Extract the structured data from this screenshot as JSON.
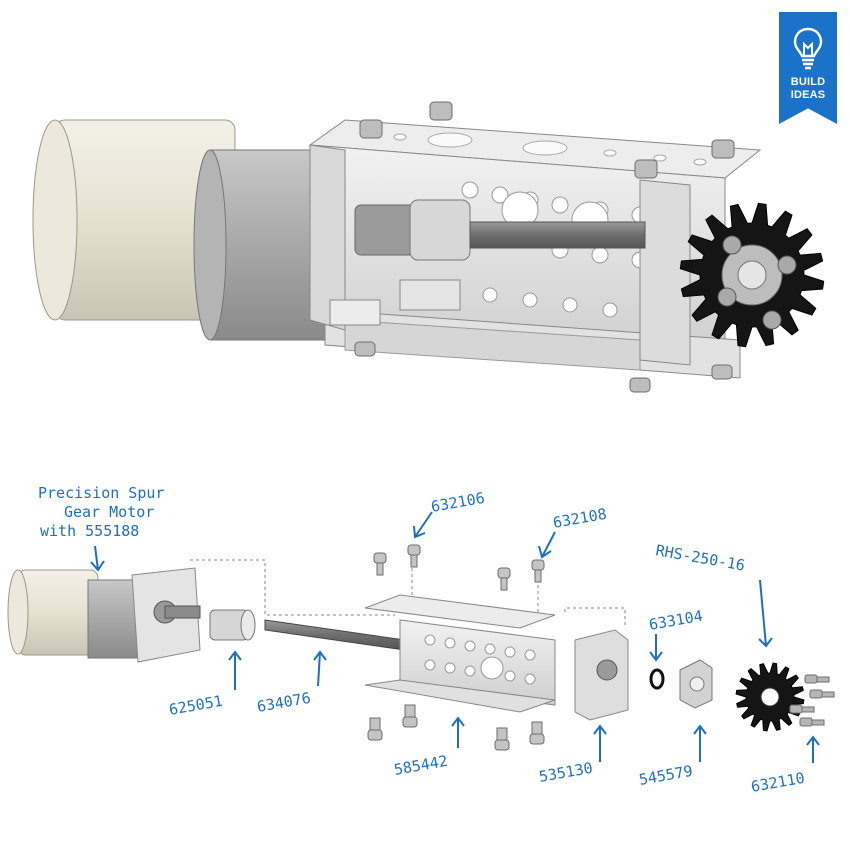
{
  "badge": {
    "line1": "BUILD",
    "line2": "IDEAS"
  },
  "callouts": {
    "motor_line1": "Precision Spur",
    "motor_line2": "Gear Motor",
    "motor_line3": "with 555188",
    "part_625051": "625051",
    "part_634076": "634076",
    "part_632106": "632106",
    "part_632108": "632108",
    "part_585442": "585442",
    "part_535130": "535130",
    "part_633104": "633104",
    "part_545579": "545579",
    "part_rhs": "RHS-250-16",
    "part_632110": "632110"
  },
  "icons": [
    "lightbulb-icon",
    "arrow-icon"
  ],
  "colors": {
    "callout_blue": "#1f6fbf",
    "badge_blue": "#1a73c9",
    "motor_cream": "#e8e4d6",
    "motor_gray": "#a9a9a9",
    "aluminum": "#e4e4e4",
    "sprocket_black": "#151515"
  }
}
